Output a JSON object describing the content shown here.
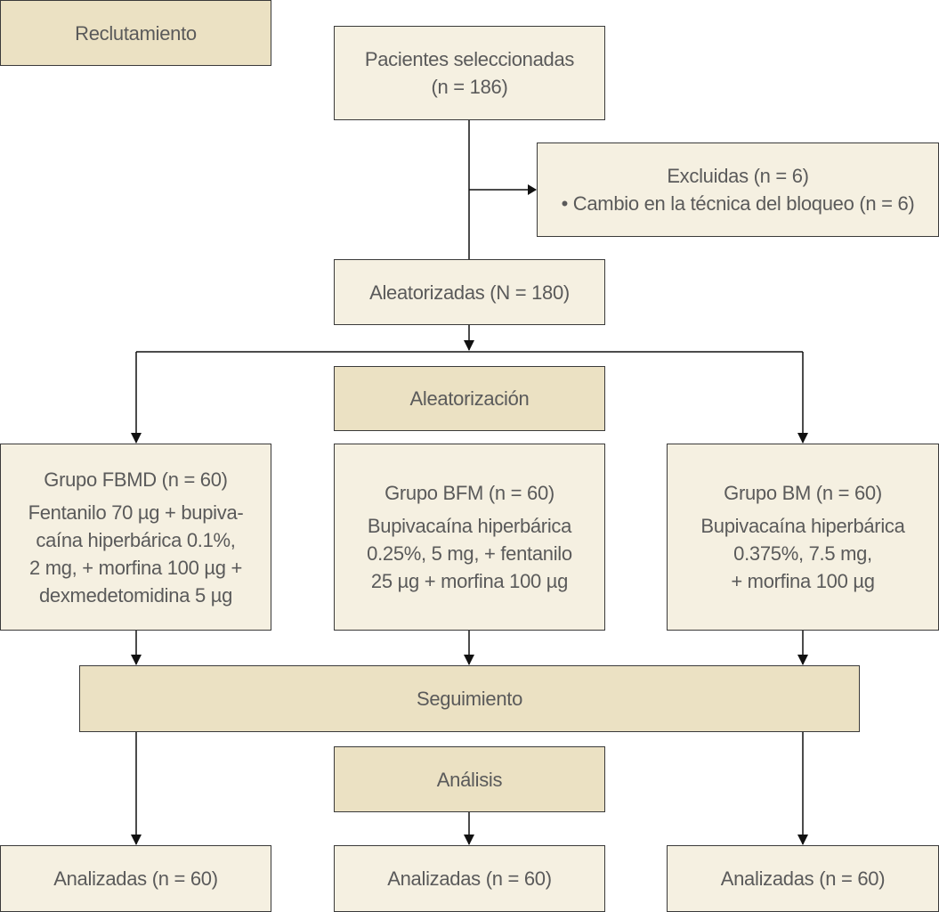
{
  "stages": {
    "recruitment": "Reclutamiento",
    "randomization": "Aleatorización",
    "followup": "Seguimiento",
    "analysis": "Análisis"
  },
  "selected": {
    "line1": "Pacientes seleccionadas",
    "line2": "(n = 186)"
  },
  "excluded": {
    "line1": "Excluidas (n = 6)",
    "line2": "• Cambio en la técnica del bloqueo (n = 6)"
  },
  "randomized": "Aleatorizadas (N = 180)",
  "groups": [
    {
      "title": "Grupo FBMD (n = 60)",
      "lines": [
        "Fentanilo 70 µg + bupiva-",
        "caína hiperbárica 0.1%,",
        "2 mg, + morfina 100 µg +",
        "dexmedetomidina 5 µg"
      ]
    },
    {
      "title": "Grupo BFM (n = 60)",
      "lines": [
        "Bupivacaína hiperbárica",
        "0.25%, 5 mg, + fentanilo",
        "25 µg + morfina 100 µg"
      ]
    },
    {
      "title": "Grupo BM (n = 60)",
      "lines": [
        "Bupivacaína hiperbárica",
        "0.375%, 7.5 mg,",
        "+ morfina 100 µg"
      ]
    }
  ],
  "analyzed": [
    "Analizadas (n = 60)",
    "Analizadas (n = 60)",
    "Analizadas (n = 60)"
  ]
}
